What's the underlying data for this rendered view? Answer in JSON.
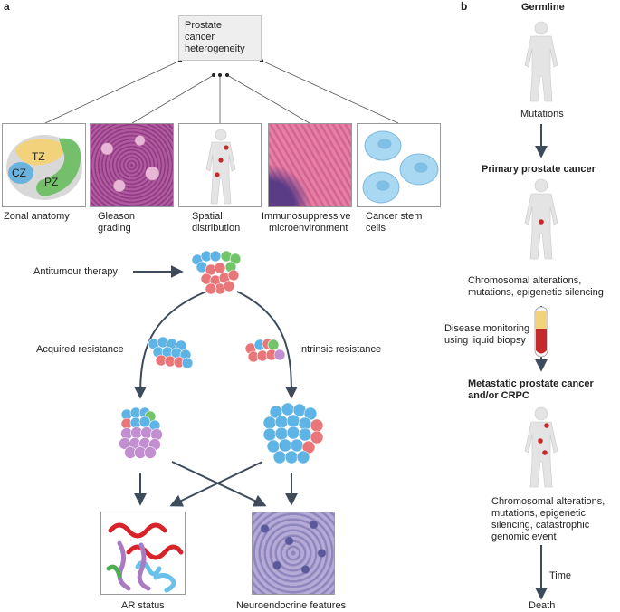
{
  "panel_a": {
    "letter": "a",
    "center_box": {
      "line1": "Prostate",
      "line2": "cancer",
      "line3": "heterogeneity"
    },
    "categories": [
      {
        "line1": "Zonal anatomy",
        "line2": ""
      },
      {
        "line1": "Gleason",
        "line2": "grading"
      },
      {
        "line1": "Spatial",
        "line2": "distribution"
      },
      {
        "line1": "Immunosuppressive",
        "line2": "microenvironment"
      },
      {
        "line1": "Cancer stem",
        "line2": "cells"
      }
    ],
    "zones": {
      "tz": "TZ",
      "cz": "CZ",
      "pz": "PZ"
    },
    "therapy": "Antitumour therapy",
    "acquired": "Acquired resistance",
    "intrinsic": "Intrinsic resistance",
    "outcome_left": "AR status",
    "outcome_right": "Neuroendocrine features"
  },
  "panel_b": {
    "letter": "b",
    "germline": "Germline",
    "mutations": "Mutations",
    "primary": "Primary prostate cancer",
    "primary_alt": {
      "line1": "Chromosomal alterations,",
      "line2": "mutations, epigenetic silencing"
    },
    "monitoring": {
      "line1": "Disease monitoring",
      "line2": "using liquid biopsy"
    },
    "metastatic": {
      "line1": "Metastatic prostate cancer",
      "line2": "and/or CRPC"
    },
    "met_alt": {
      "line1": "Chromosomal alterations,",
      "line2": "mutations, epigenetic",
      "line3": "silencing, catastrophic",
      "line4": "genomic event"
    },
    "time": "Time",
    "death": "Death"
  },
  "colors": {
    "arrow": "#3d4b5c",
    "tumour_blue": "#5fb4e6",
    "tumour_red": "#e9777a",
    "tumour_green": "#72c46a",
    "tumour_purple": "#c28fd1",
    "lesion": "#c6292c",
    "he_pink": "#c45fa2",
    "stem_cell": "#a9d8f2"
  }
}
